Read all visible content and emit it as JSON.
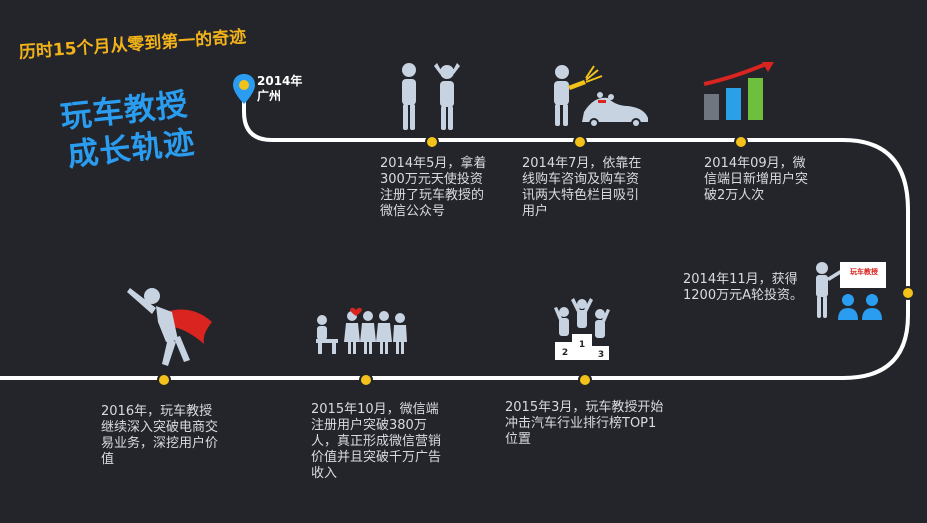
{
  "header": {
    "tagline": "历时15个月从零到第一的奇迹",
    "title_line1": "玩车教授",
    "title_line2": "成长轨迹"
  },
  "origin": {
    "year": "2014年",
    "city": "广州",
    "icon": "map-pin-icon"
  },
  "milestones": [
    {
      "text": "2014年5月，拿着300万元天使投资注册了玩车教授的微信公众号",
      "icon": "worried-people-icon"
    },
    {
      "text": "2014年7月，依靠在线购车咨询及购车资讯两大特色栏目吸引用户",
      "icon": "champagne-car-icon"
    },
    {
      "text": "2014年09月，微信端日新增用户突破2万人次",
      "icon": "growth-bars-icon"
    },
    {
      "text": "2014年11月，获得1200万元A轮投资。",
      "icon": "presentation-icon",
      "badge": "玩车教授"
    },
    {
      "text": "2015年3月，玩车教授开始冲击汽车行业排行榜TOP1位置",
      "icon": "podium-icon",
      "podium": [
        "2",
        "1",
        "3"
      ]
    },
    {
      "text": "2015年10月，微信端注册用户突破380万人，真正形成微信营销价值并且突破千万广告收入",
      "icon": "crowd-meeting-icon"
    },
    {
      "text": "2016年，玩车教授继续深入突破电商交易业务，深挖用户价值",
      "icon": "superhero-icon"
    }
  ],
  "colors": {
    "background": "#23252b",
    "accent_blue": "#2a9df0",
    "accent_yellow": "#f2b21a",
    "dot_yellow": "#f2c21a",
    "figure": "#c8d3e2",
    "cape_red": "#d9241f",
    "bar_green": "#6fbf3f",
    "bar_blue": "#2aa0e6",
    "bar_gray": "#6f7680"
  }
}
